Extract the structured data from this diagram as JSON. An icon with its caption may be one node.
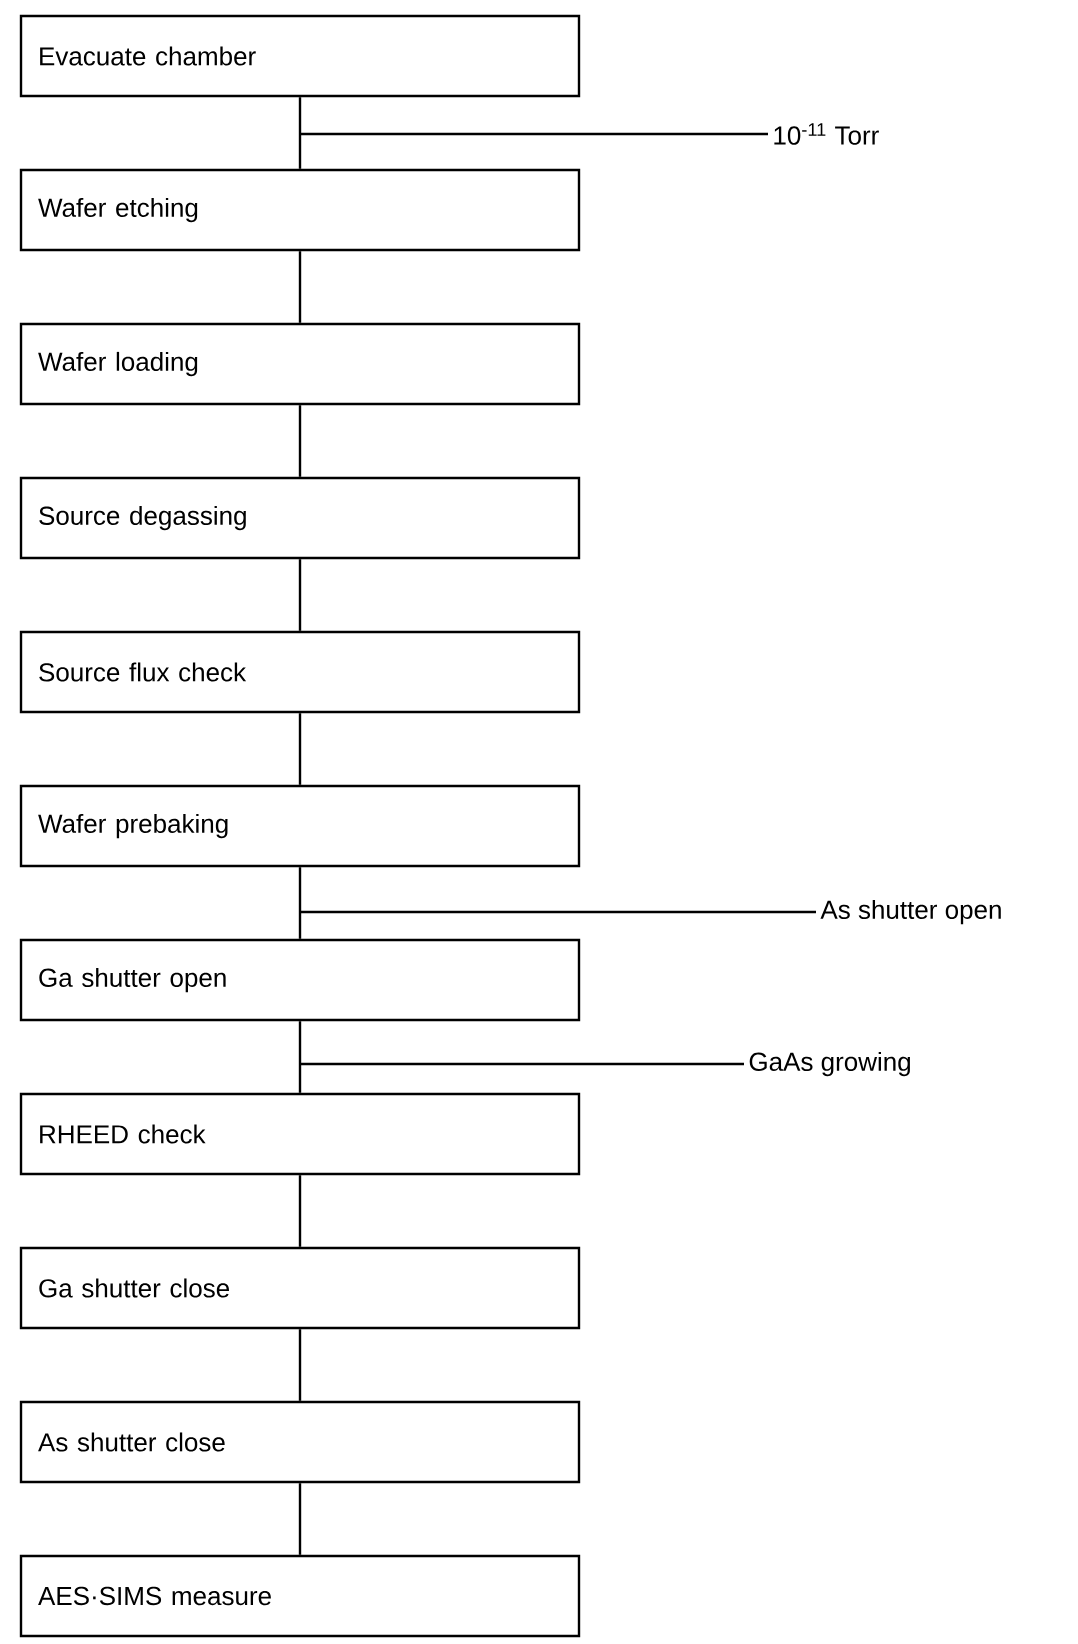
{
  "diagram": {
    "nodes": [
      {
        "text": [
          "Evacuate chamber"
        ]
      },
      {
        "text": [
          "Wafer etching"
        ]
      },
      {
        "text": [
          "Wafer loading"
        ]
      },
      {
        "text": [
          "Source degassing"
        ]
      },
      {
        "text": [
          "Source flux check"
        ]
      },
      {
        "text": [
          "Wafer prebaking"
        ]
      },
      {
        "text": [
          "Ga shutter open"
        ]
      },
      {
        "text": [
          "RHEED check"
        ]
      },
      {
        "text": [
          "Ga shutter close"
        ]
      },
      {
        "text": [
          "As shutter close"
        ]
      },
      {
        "text": [
          "AES·SIMS measure"
        ]
      },
      {
        "text": [
          "10$^{-11}$ Torr"
        ]
      },
      {
        "text": [
          "As shutter open"
        ]
      },
      {
        "text": [
          "GaAs growing"
        ]
      }
    ],
    "edges": [
      {
        "from": 0,
        "to": 1,
        "arrow": "none"
      },
      {
        "from": 1,
        "to": 2,
        "arrow": "none"
      },
      {
        "from": 2,
        "to": 3,
        "arrow": "none"
      },
      {
        "from": 3,
        "to": 4,
        "arrow": "none"
      },
      {
        "from": 4,
        "to": 5,
        "arrow": "none"
      },
      {
        "from": 5,
        "to": 6,
        "arrow": "none"
      },
      {
        "from": 6,
        "to": 7,
        "arrow": "none"
      },
      {
        "from": 7,
        "to": 8,
        "arrow": "none"
      },
      {
        "from": 8,
        "to": 9,
        "arrow": "none"
      },
      {
        "from": 9,
        "to": 10,
        "arrow": "none"
      },
      {
        "from": 11,
        "to": null,
        "arrow": "none"
      },
      {
        "from": 12,
        "to": null,
        "arrow": "none"
      },
      {
        "from": 13,
        "to": null,
        "arrow": "none"
      }
    ]
  }
}
